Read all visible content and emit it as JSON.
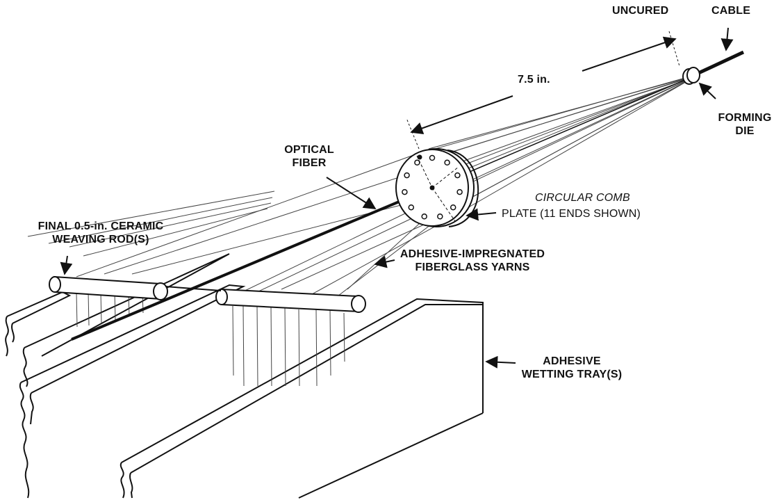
{
  "labels": {
    "uncured": "UNCURED",
    "cable": "CABLE",
    "dimension": "7.5 in.",
    "forming_die_line1": "FORMING",
    "forming_die_line2": "DIE",
    "optical_fiber_line1": "OPTICAL",
    "optical_fiber_line2": "FIBER",
    "circular_comb": "CIRCULAR COMB",
    "comb_plate": "PLATE (11 ENDS SHOWN)",
    "weaving_rod_line1": "FINAL 0.5-in. CERAMIC",
    "weaving_rod_line2": "WEAVING ROD(S)",
    "yarns_line1": "ADHESIVE-IMPREGNATED",
    "yarns_line2": "FIBERGLASS YARNS",
    "tray_line1": "ADHESIVE",
    "tray_line2": "WETTING TRAY(S)"
  },
  "comb_hole_count": 11
}
